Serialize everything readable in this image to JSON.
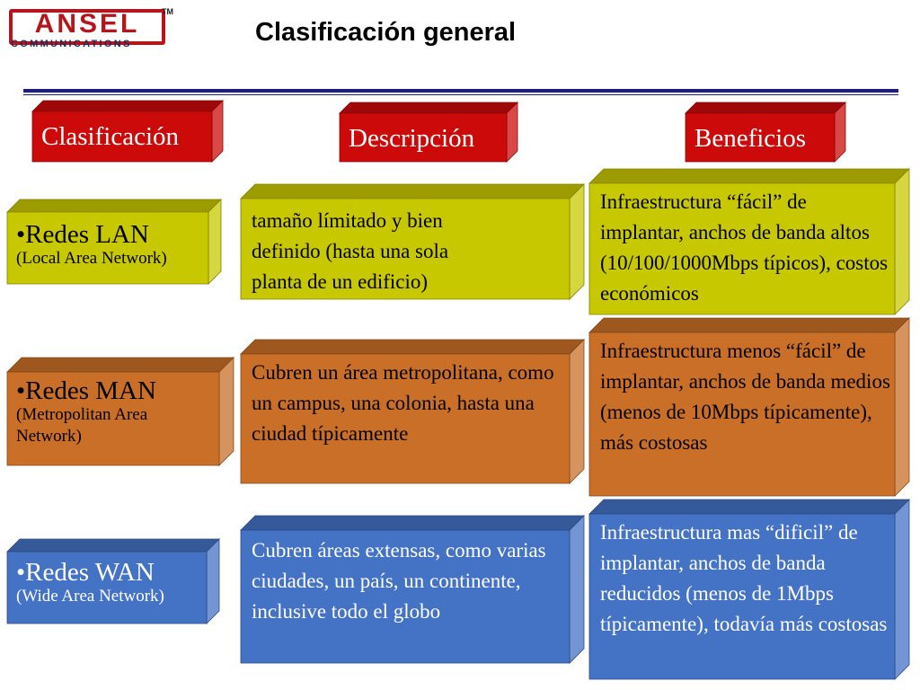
{
  "logo": {
    "name": "ANSEL",
    "tm": "TM",
    "sub": "COMMUNICATIONS"
  },
  "title": "Clasificación general",
  "headers": [
    "Clasificación",
    "Descripción",
    "Beneficios"
  ],
  "rows": [
    {
      "name": "•Redes LAN",
      "subtitle": "(Local Area Network)",
      "descripcion": "tamaño límitado y bien definido (hasta una sola planta de un edificio)",
      "beneficios": "Infraestructura “fácil” de implantar, anchos de banda altos (10/100/1000Mbps típicos), costos económicos"
    },
    {
      "name": "•Redes MAN",
      "subtitle": "(Metropolitan Area Network)",
      "descripcion": "Cubren un área metropolitana, como un campus, una colonia, hasta una ciudad típicamente",
      "beneficios": "Infraestructura menos “fácil” de implantar, anchos de banda medios (menos de 10Mbps típicamente), más costosas"
    },
    {
      "name": "•Redes WAN",
      "subtitle": "(Wide Area Network)",
      "descripcion": "Cubren áreas extensas, como varias ciudades, un país, un continente, inclusive todo el globo",
      "beneficios": "Infraestructura mas “dificil” de implantar, anchos de banda reducidos (menos de 1Mbps típicamente), todavía más costosas"
    }
  ],
  "colors": {
    "header": "#cc0a0a",
    "lan": "#c8c800",
    "man": "#c96f28",
    "wan": "#4472c4"
  }
}
